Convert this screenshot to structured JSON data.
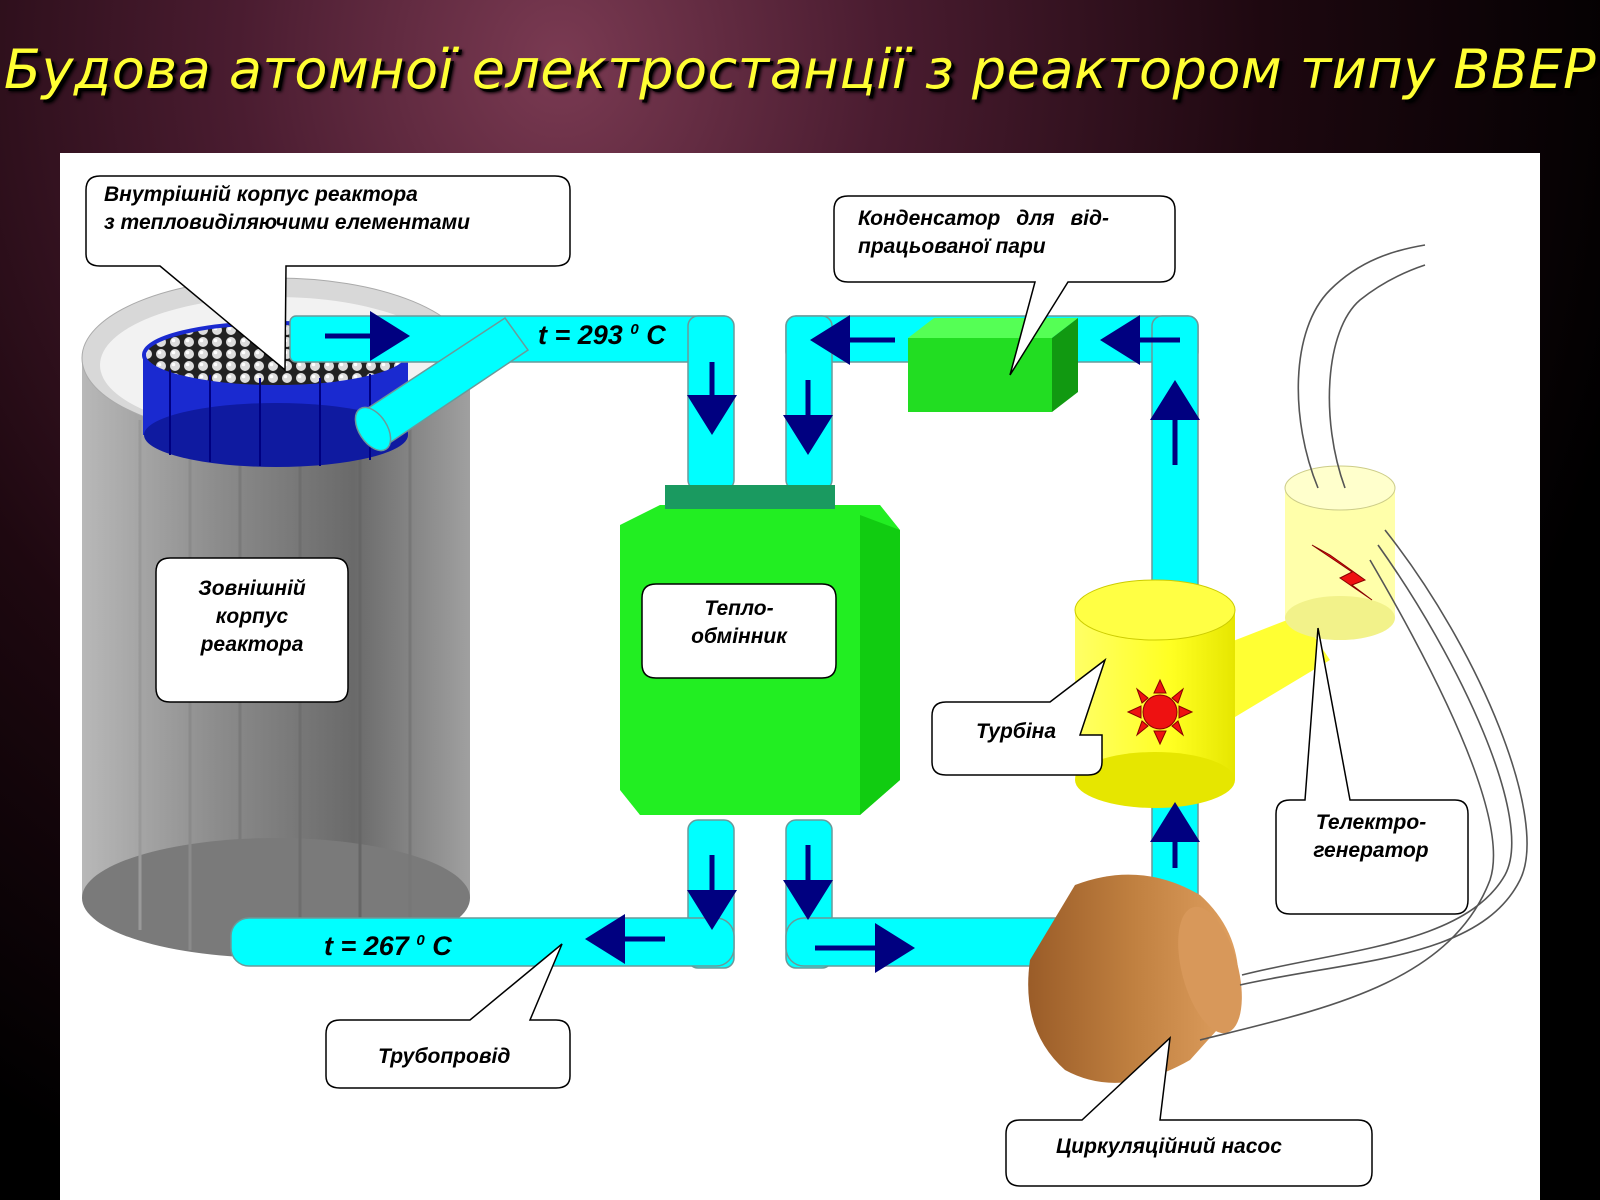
{
  "title": "Будова атомної електростанції з реактором типу ВВЕР",
  "labels": {
    "inner_vessel": {
      "line1": "Внутрішній корпус реактора",
      "line2": "з тепловиділяючими елементами"
    },
    "condenser": {
      "line1": "Конденсатор для від-",
      "line2": "працьованої пари"
    },
    "outer_vessel": {
      "line1": "Зовнішній",
      "line2": "корпус",
      "line3": "реактора"
    },
    "heat_exchanger": {
      "line1": "Тепло-",
      "line2": "обмінник"
    },
    "turbine": "Турбіна",
    "generator": {
      "line1": "Телектро-",
      "line2": "генератор"
    },
    "pipeline": "Трубопровід",
    "pump": "Циркуляційний насос"
  },
  "temperatures": {
    "hot": {
      "prefix": "t = 293",
      "sup": "0",
      "unit": "C"
    },
    "cold": {
      "prefix": "t = 267",
      "sup": "0",
      "unit": "C"
    }
  },
  "colors": {
    "pipe": "#00ffff",
    "arrow": "#000080",
    "exchanger": "#22ee22",
    "condenser": "#22dd22",
    "turbine": "#ffff33",
    "generator": "#ffffaa",
    "pump": "#b8763a",
    "reactor_outer": "#8a8a8a",
    "reactor_inner": "#1a2ad0",
    "title": "#ffff33"
  }
}
